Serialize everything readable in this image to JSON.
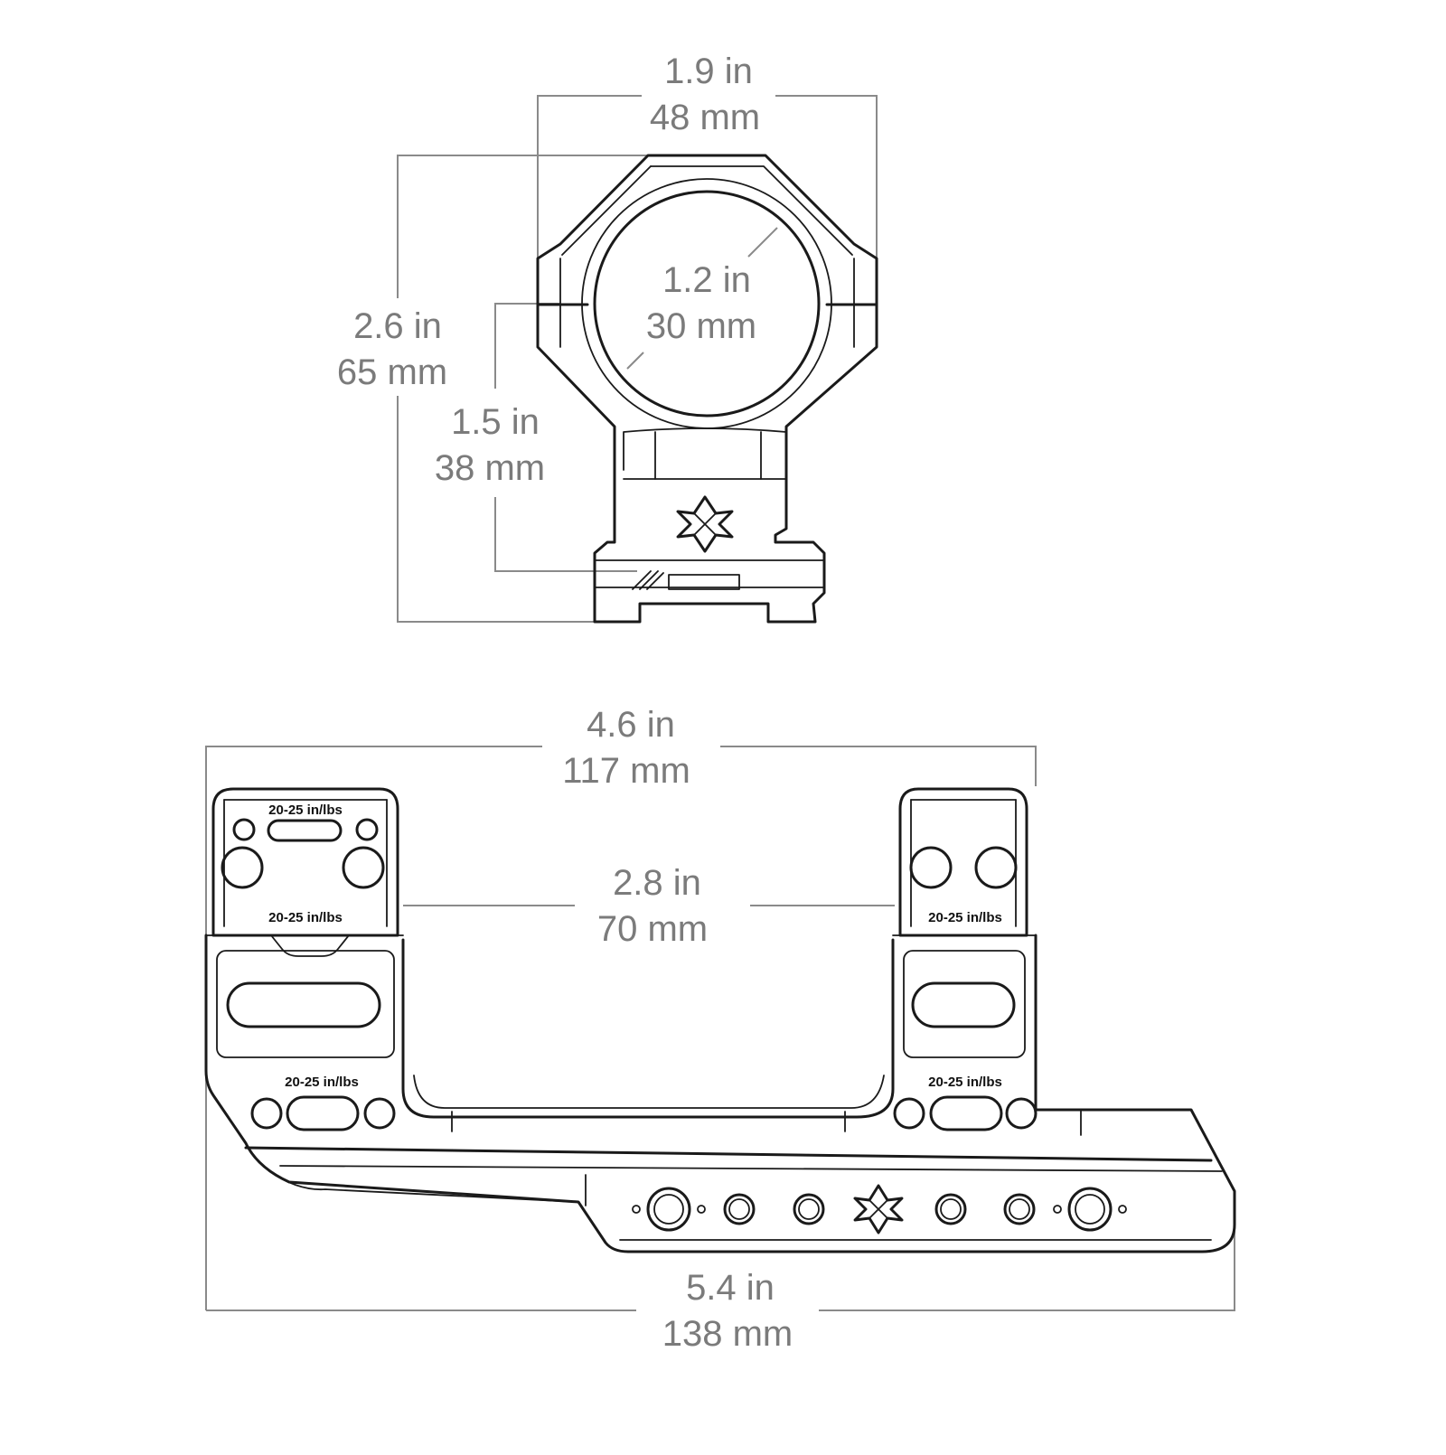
{
  "dimensions": {
    "ring_width": {
      "imperial": "1.9 in",
      "metric": "48 mm"
    },
    "ring_inner_diameter": {
      "imperial": "1.2 in",
      "metric": "30 mm"
    },
    "overall_height": {
      "imperial": "2.6 in",
      "metric": "65 mm"
    },
    "centerline_height": {
      "imperial": "1.5 in",
      "metric": "38 mm"
    },
    "ring_outer_spacing": {
      "imperial": "4.6 in",
      "metric": "117 mm"
    },
    "ring_center_spacing": {
      "imperial": "2.8 in",
      "metric": "70 mm"
    },
    "overall_length": {
      "imperial": "5.4 in",
      "metric": "138 mm"
    }
  },
  "torque_labels": {
    "left_cap_top": "20-25 in/lbs",
    "left_cap_bottom": "20-25 in/lbs",
    "right_cap": "20-25 in/lbs",
    "left_base": "20-25 in/lbs",
    "right_base": "20-25 in/lbs"
  }
}
